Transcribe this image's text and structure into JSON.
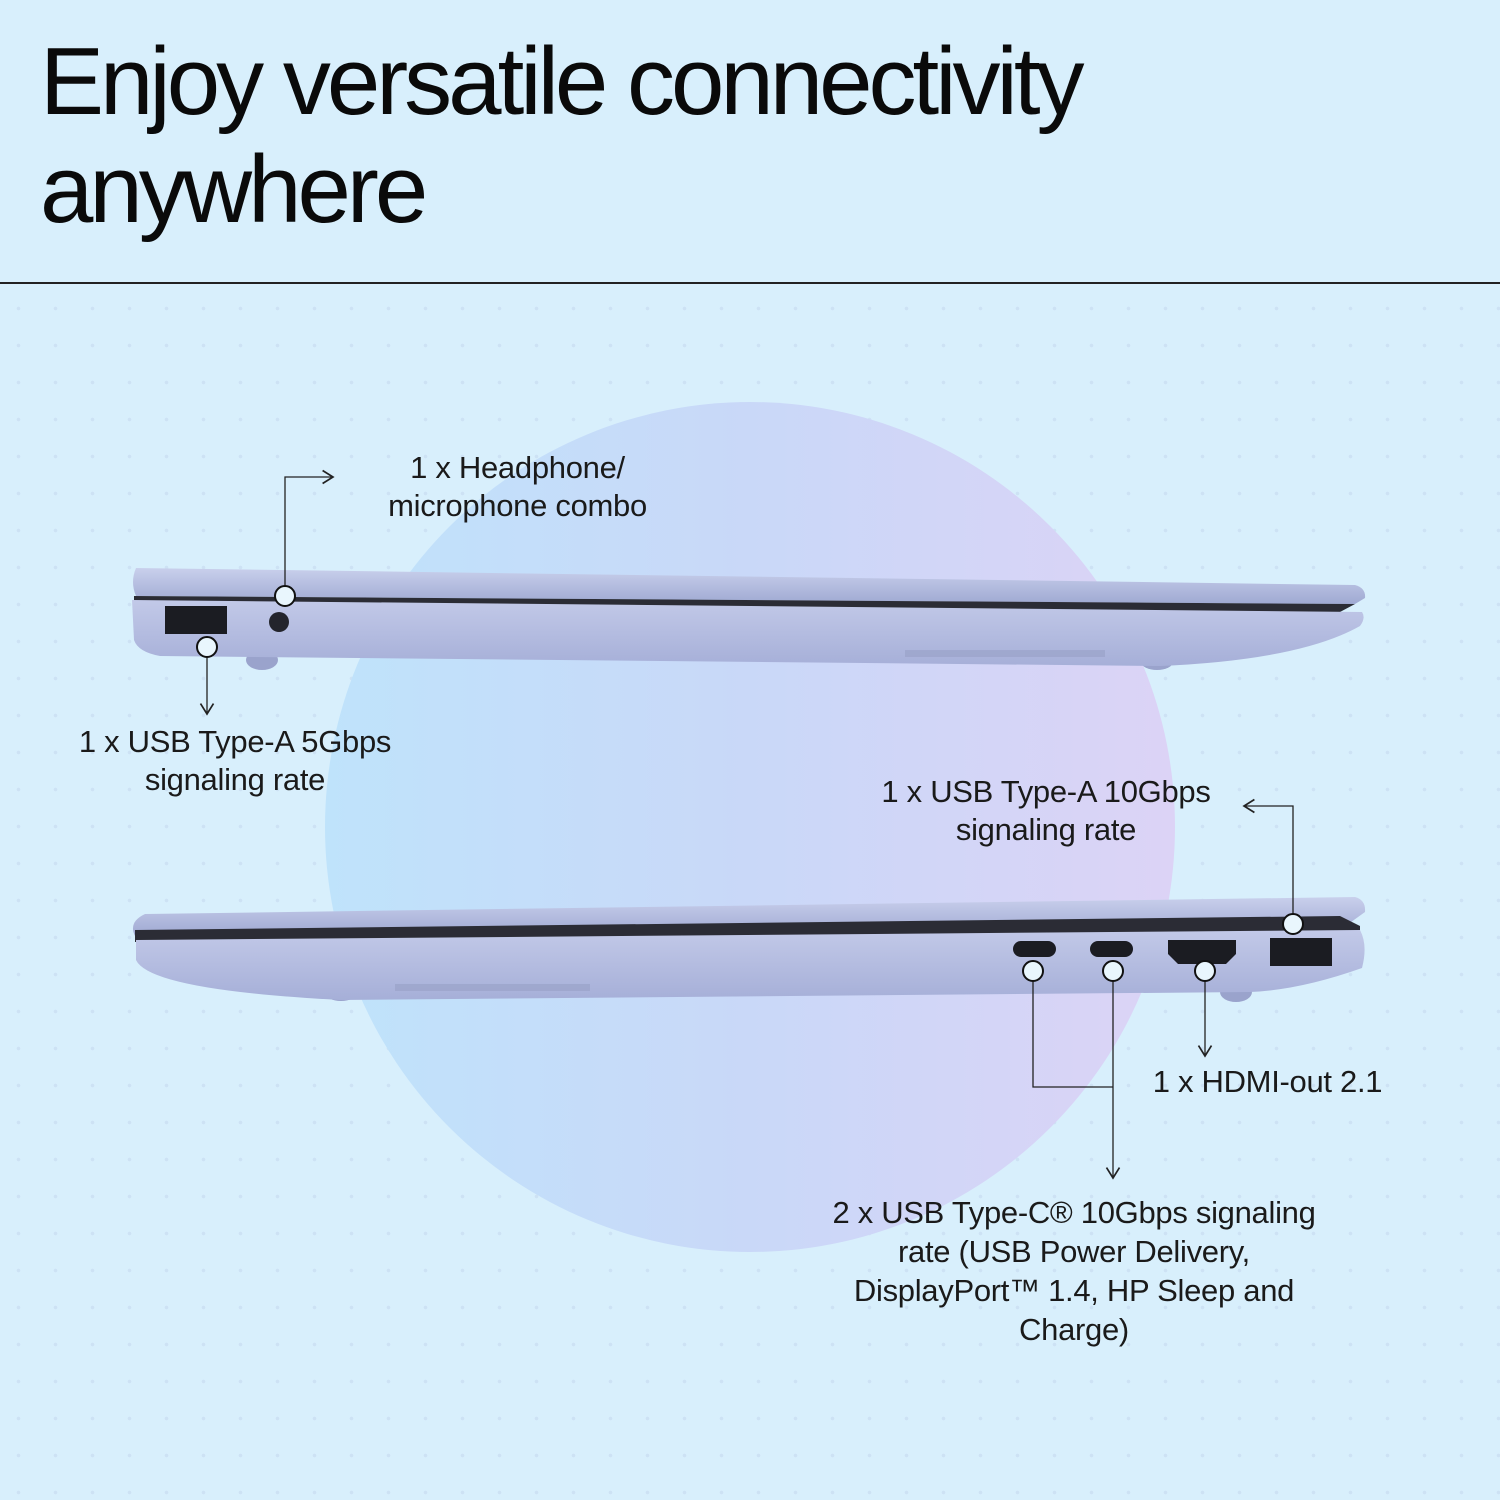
{
  "heading": {
    "line1": "Enjoy versatile connectivity",
    "line2": "anywhere"
  },
  "ports": {
    "headphone": {
      "line1": "1 x Headphone/",
      "line2": "microphone combo"
    },
    "usb_a_left": {
      "line1": "1 x USB Type-A 5Gbps",
      "line2": "signaling rate"
    },
    "usb_a_right": {
      "line1": "1 x USB Type-A 10Gbps",
      "line2": "signaling rate"
    },
    "hdmi": {
      "line1": "1 x HDMI-out 2.1"
    },
    "usb_c": {
      "line1": "2 x USB Type-C® 10Gbps signaling",
      "line2": "rate (USB Power Delivery,",
      "line3": "DisplayPort™ 1.4, HP Sleep and",
      "line4": "Charge)"
    }
  },
  "colors": {
    "background": "#d8effc",
    "laptop": "#b3bde0",
    "text": "#111111"
  }
}
